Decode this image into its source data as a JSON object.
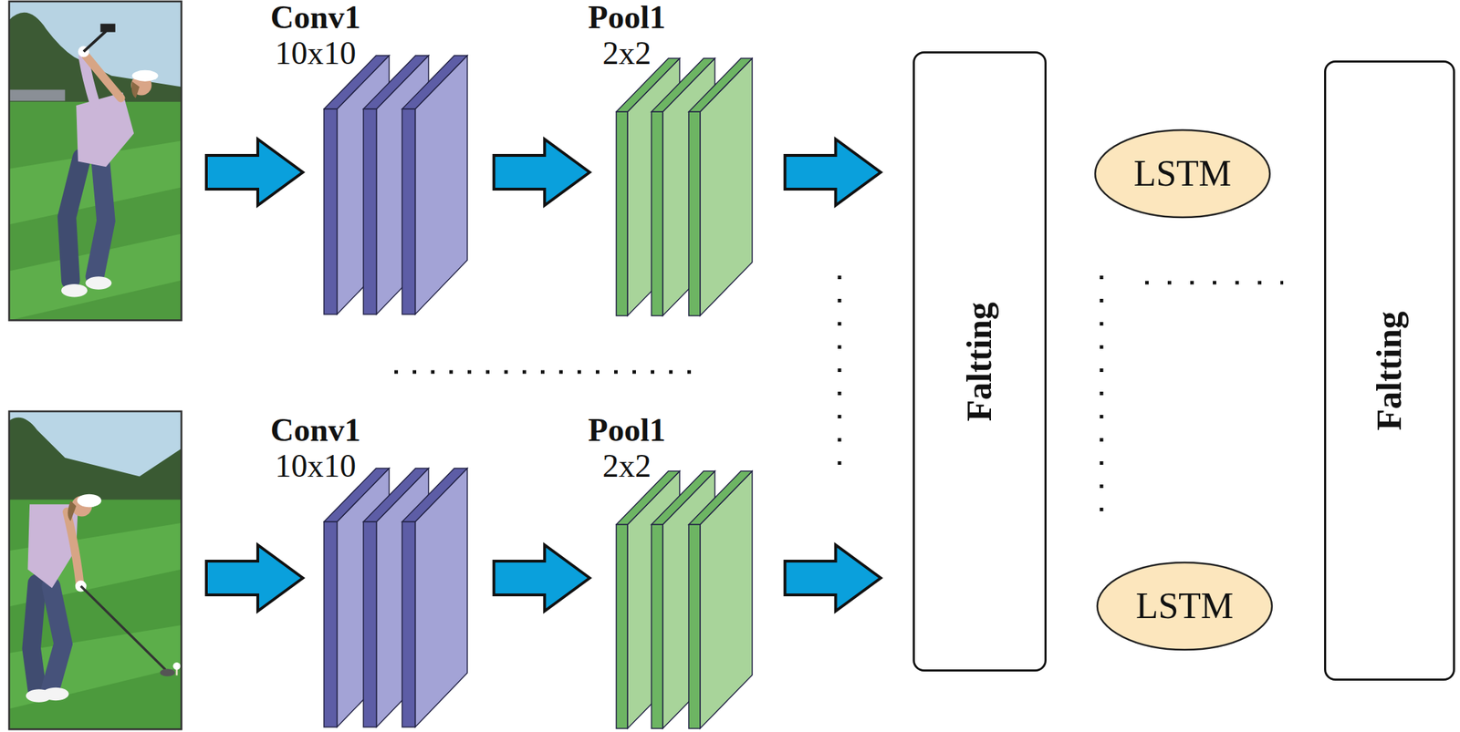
{
  "diagram": {
    "nodes": [
      {
        "text": [
          "Conv1",
          "10x10"
        ]
      },
      {
        "text": [
          "Pool1",
          "2x2"
        ]
      },
      {
        "text": [
          "Faltting"
        ]
      },
      {
        "text": [
          "LSTM"
        ]
      },
      {
        "text": [
          "Faltting"
        ]
      },
      {
        "text": [
          "Conv1",
          "10x10"
        ]
      },
      {
        "text": [
          "Pool1",
          "2x2"
        ]
      },
      {
        "text": [
          "LSTM"
        ]
      }
    ],
    "edges": [
      {
        "from": 0,
        "to": 1,
        "arrow": "to"
      },
      {
        "from": 1,
        "to": 2,
        "arrow": "to"
      },
      {
        "from": 5,
        "to": 6,
        "arrow": "to"
      },
      {
        "from": 6,
        "to": 2,
        "arrow": "to"
      }
    ]
  }
}
